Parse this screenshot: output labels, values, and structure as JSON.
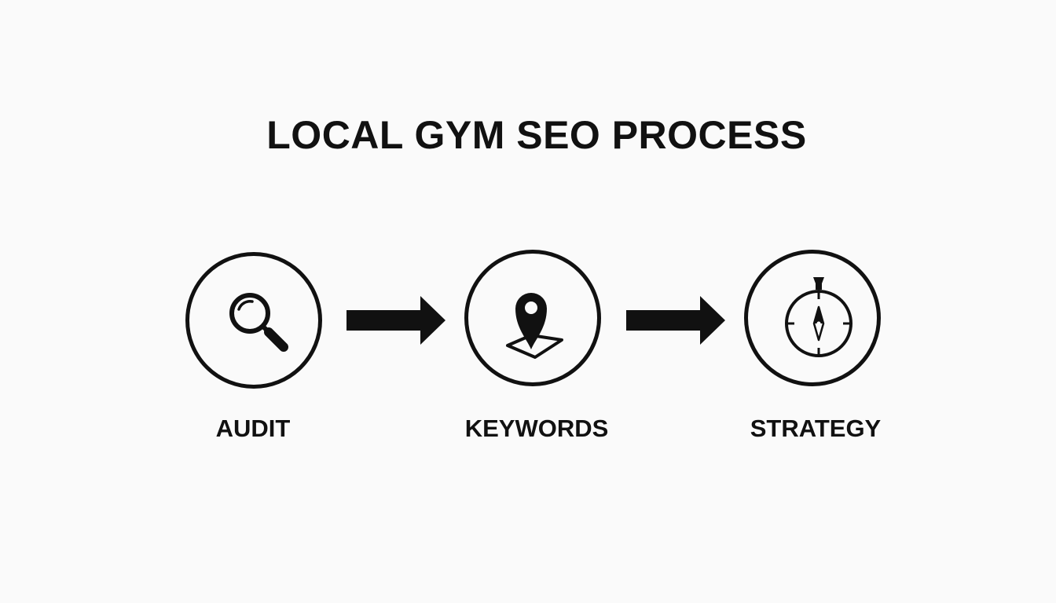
{
  "title": "LOCAL GYM SEO PROCESS",
  "steps": [
    {
      "label": "AUDIT",
      "icon": "magnifying-glass-icon"
    },
    {
      "label": "KEYWORDS",
      "icon": "map-pin-icon"
    },
    {
      "label": "STRATEGY",
      "icon": "compass-icon"
    }
  ],
  "colors": {
    "background": "#fafafa",
    "ink": "#111111"
  }
}
